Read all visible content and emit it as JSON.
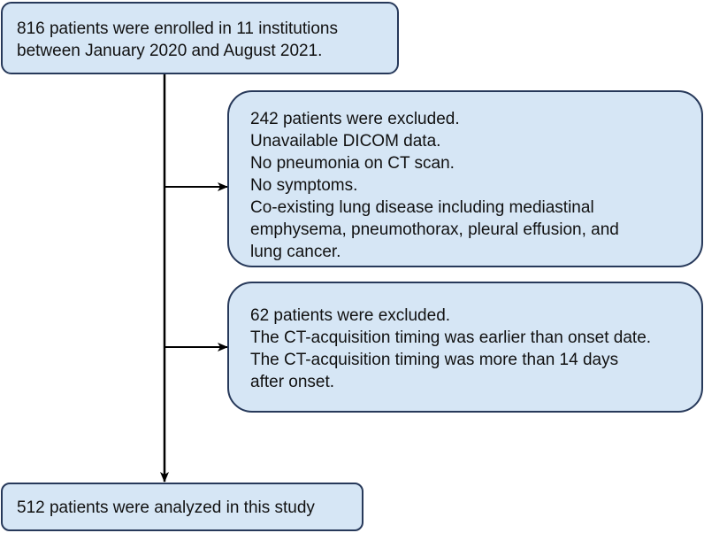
{
  "boxes": {
    "enrolled": {
      "lines": [
        "816 patients were enrolled in 11 institutions",
        "between January 2020 and August 2021."
      ]
    },
    "exclusion_1": {
      "lines": [
        "242 patients were excluded.",
        "Unavailable DICOM data.",
        "No pneumonia on CT scan.",
        "No symptoms.",
        "Co-existing lung disease including mediastinal",
        "emphysema, pneumothorax, pleural effusion, and",
        "lung cancer."
      ]
    },
    "exclusion_2": {
      "lines": [
        "62 patients were excluded.",
        "The CT-acquisition timing was earlier than onset date.",
        "The CT-acquisition timing was more than 14 days",
        "after onset."
      ]
    },
    "analyzed": {
      "lines": [
        "512 patients were analyzed in this study"
      ]
    }
  },
  "colors": {
    "box_fill": "#d6e6f5",
    "box_border": "#27395a",
    "arrow": "#000000"
  }
}
